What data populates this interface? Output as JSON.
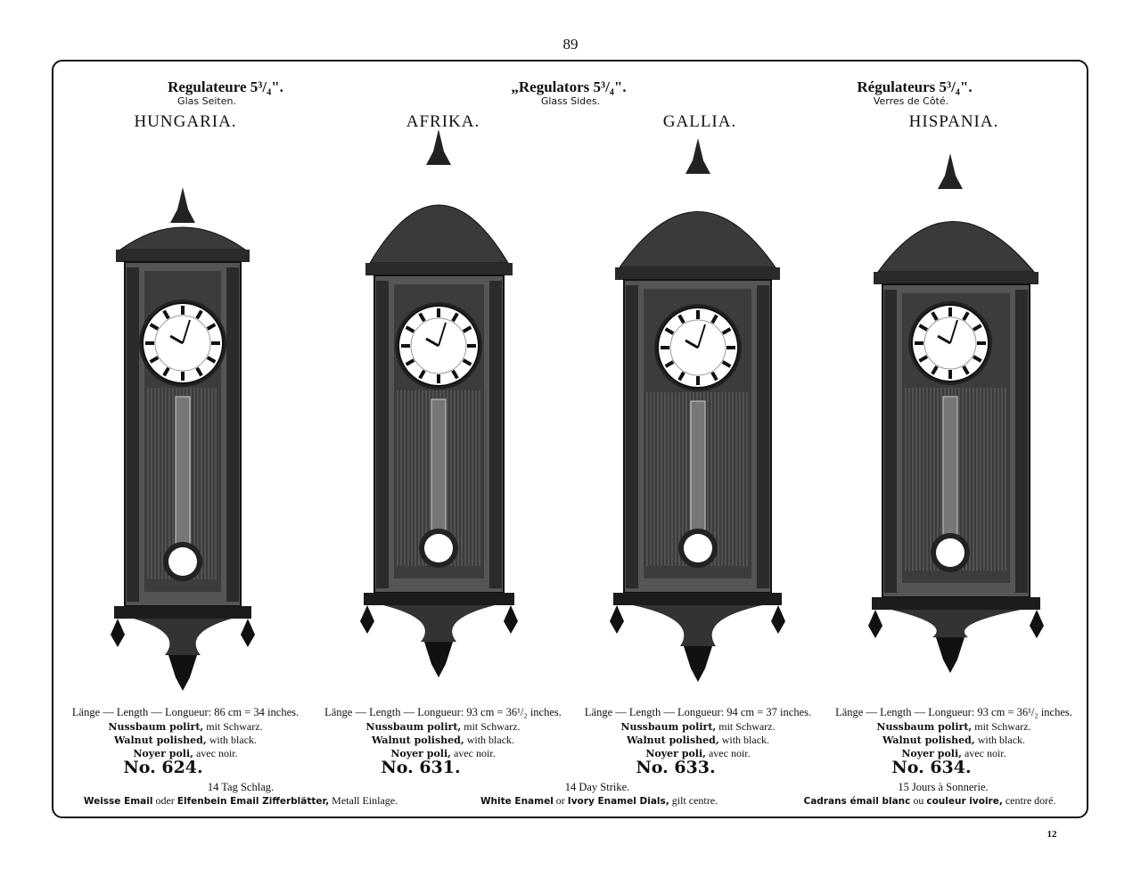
{
  "page_number": "89",
  "footer_number": "12",
  "headers": [
    {
      "title": "Regulateure 5³/₄\".",
      "subtitle": "Glas Seiten."
    },
    {
      "title": "„Regulators 5³/₄\".",
      "subtitle": "Glass Sides."
    },
    {
      "title": "Régulateurs 5³/₄\".",
      "subtitle": "Verres de Côté."
    }
  ],
  "clocks": [
    {
      "name": "HUNGARIA.",
      "length": "Länge — Length — Longueur: 86 cm = 34 inches.",
      "wood_de_b": "Nussbaum polirt,",
      "wood_de": " mit Schwarz.",
      "wood_en_b": "Walnut polished,",
      "wood_en": " with black.",
      "wood_fr_b": "Noyer poli,",
      "wood_fr": " avec noir.",
      "number": "No. 624."
    },
    {
      "name": "AFRIKA.",
      "length": "Länge — Length — Longueur: 93 cm = 36¹/₂ inches.",
      "wood_de_b": "Nussbaum polirt,",
      "wood_de": " mit Schwarz.",
      "wood_en_b": "Walnut polished,",
      "wood_en": " with black.",
      "wood_fr_b": "Noyer poli,",
      "wood_fr": " avec noir.",
      "number": "No. 631."
    },
    {
      "name": "GALLIA.",
      "length": "Länge — Length — Longueur: 94 cm = 37 inches.",
      "wood_de_b": "Nussbaum polirt,",
      "wood_de": " mit Schwarz.",
      "wood_en_b": "Walnut polished,",
      "wood_en": " with black.",
      "wood_fr_b": "Noyer poli,",
      "wood_fr": " avec noir.",
      "number": "No. 633."
    },
    {
      "name": "HISPANIA.",
      "length": "Länge — Length — Longueur: 93 cm = 36¹/₂ inches.",
      "wood_de_b": "Nussbaum polirt,",
      "wood_de": " mit Schwarz.",
      "wood_en_b": "Walnut polished,",
      "wood_en": " with black.",
      "wood_fr_b": "Noyer poli,",
      "wood_fr": " avec noir.",
      "number": "No. 634."
    }
  ],
  "footer": [
    {
      "strike": "14 Tag Schlag.",
      "dial_b1": "Weisse Email",
      "dial_1": " oder ",
      "dial_b2": "Elfenbein Email Zifferblätter,",
      "dial_2": " Metall Einlage."
    },
    {
      "strike": "14 Day Strike.",
      "dial_b1": "White Enamel",
      "dial_1": " or ",
      "dial_b2": "Ivory Enamel Dials,",
      "dial_2": " gilt centre."
    },
    {
      "strike": "15 Jours à Sonnerie.",
      "dial_b1": "Cadrans émail blanc",
      "dial_1": " ou ",
      "dial_b2": "couleur ivoire,",
      "dial_2": " centre doré."
    }
  ]
}
